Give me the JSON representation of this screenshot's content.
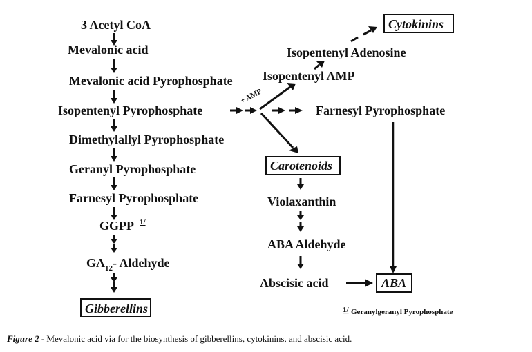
{
  "left_chain": {
    "acetyl": "3 Acetyl CoA",
    "mevalonic": "Mevalonic acid",
    "mevalonic_pp": "Mevalonic acid Pyrophosphate",
    "ipp": "Isopentenyl Pyrophosphate",
    "dmapp": "Dimethylallyl Pyrophosphate",
    "gpp": "Geranyl Pyrophosphate",
    "fpp": "Farnesyl Pyrophosphate",
    "ggpp": "GGPP",
    "ggpp_note": "1/",
    "ga_prefix": "GA",
    "ga_sub": "12",
    "ga_suffix": "- Aldehyde",
    "gibberellins": "Gibberellins"
  },
  "upper_branch": {
    "amp_label": "+ AMP",
    "isopentenyl_amp": "Isopentenyl AMP",
    "isopentenyl_adenosine": "Isopentenyl Adenosine",
    "cytokinins": "Cytokinins"
  },
  "right_branch": {
    "farnesyl_pp": "Farnesyl Pyrophosphate"
  },
  "middle_branch": {
    "carotenoids": "Carotenoids",
    "violaxanthin": "Violaxanthin",
    "aba_aldehyde": "ABA Aldehyde",
    "abscisic_acid": "Abscisic acid",
    "aba": "ABA"
  },
  "footnote": {
    "mark": "1/",
    "text": "Geranylgeranyl Pyrophosphate"
  },
  "caption": {
    "label": "Figure 2",
    "text": " - Mevalonic acid via for the biosynthesis of gibberellins, cytokinins, and abscisic acid."
  }
}
